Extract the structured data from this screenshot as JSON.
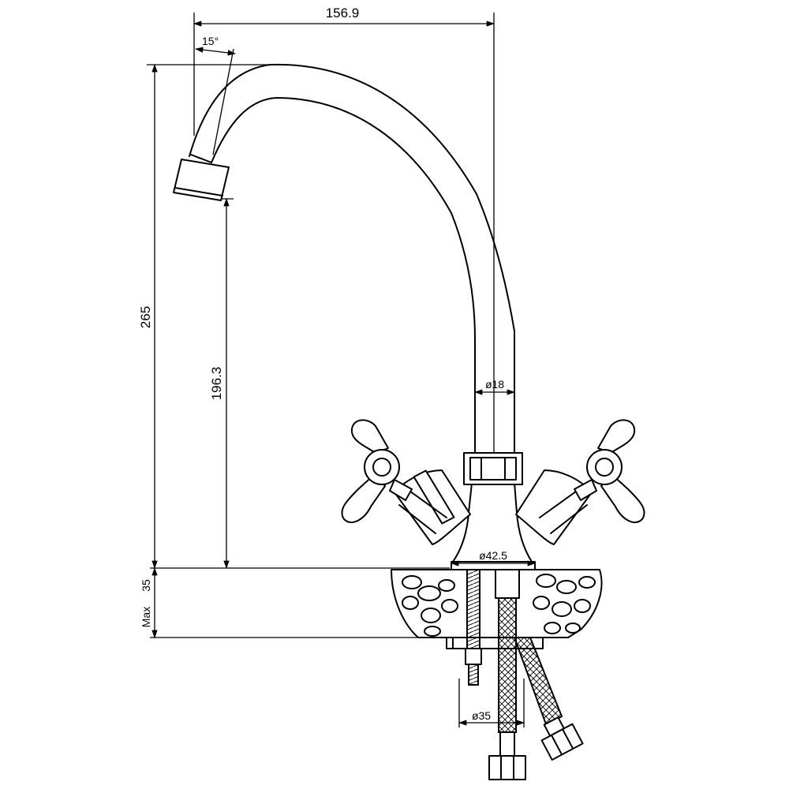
{
  "dimensions": {
    "overall_width": "156.9",
    "spout_angle": "15°",
    "overall_height": "265",
    "spout_clearance": "196.3",
    "tube_diameter": "ø18",
    "base_diameter": "ø42.5",
    "mounting_diameter": "ø35",
    "max_counter_thickness_label": "Max",
    "max_counter_thickness_value": "35"
  }
}
